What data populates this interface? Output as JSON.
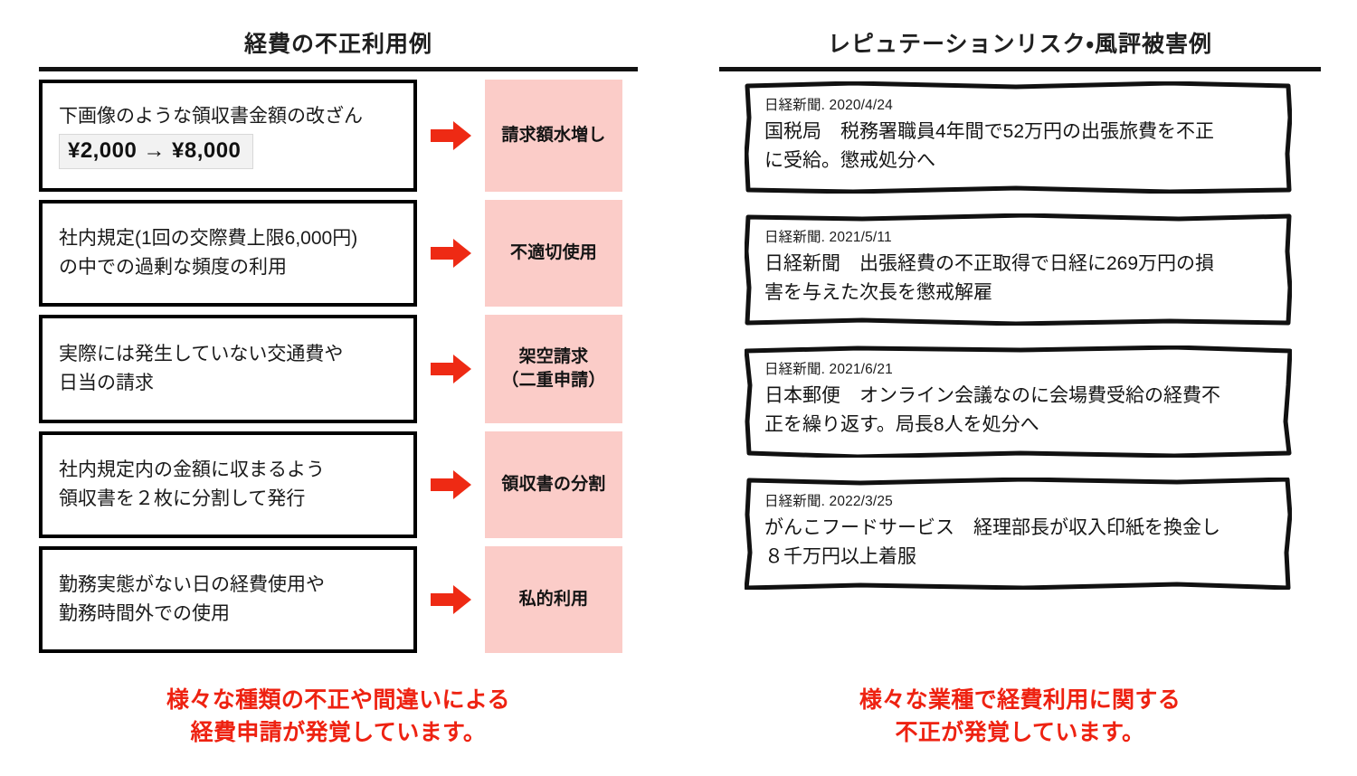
{
  "left_column": {
    "title": "経費の不正利用例",
    "rows": [
      {
        "desc_lines": [
          "下画像のような領収書金額の改ざん"
        ],
        "receipt_chip": "¥2,000 → ¥8,000",
        "arrow_icon": "red-right-arrow-icon",
        "tag_lines": [
          "請求額水増し"
        ]
      },
      {
        "desc_lines": [
          "社内規定(1回の交際費上限6,000円)",
          "の中での過剰な頻度の利用"
        ],
        "arrow_icon": "red-right-arrow-icon",
        "tag_lines": [
          "不適切使用"
        ]
      },
      {
        "desc_lines": [
          "実際には発生していない交通費や",
          "日当の請求"
        ],
        "arrow_icon": "red-right-arrow-icon",
        "tag_lines": [
          "架空請求",
          "（二重申請）"
        ]
      },
      {
        "desc_lines": [
          "社内規定内の金額に収まるよう",
          "領収書を２枚に分割して発行"
        ],
        "arrow_icon": "red-right-arrow-icon",
        "tag_lines": [
          "領収書の分割"
        ]
      },
      {
        "desc_lines": [
          "勤務実態がない日の経費使用や",
          "勤務時間外での使用"
        ],
        "arrow_icon": "red-right-arrow-icon",
        "tag_lines": [
          "私的利用"
        ]
      }
    ],
    "conclusion_lines": [
      "様々な種類の不正や間違いによる",
      "経費申請が発覚しています。"
    ]
  },
  "right_column": {
    "title": "レピュテーションリスク・風評被害例",
    "news": [
      {
        "source": "日経新聞. 2020/4/24",
        "body_lines": [
          "国税局　税務署職員4年間で52万円の出張旅費を不正",
          "に受給。懲戒処分へ"
        ]
      },
      {
        "source": "日経新聞. 2021/5/11",
        "body_lines": [
          "日経新聞　出張経費の不正取得で日経に269万円の損",
          "害を与えた次長を懲戒解雇"
        ]
      },
      {
        "source": "日経新聞. 2021/6/21",
        "body_lines": [
          "日本郵便　オンライン会議なのに会場費受給の経費不",
          "正を繰り返す。局長8人を処分へ"
        ]
      },
      {
        "source": "日経新聞. 2022/3/25",
        "body_lines": [
          "がんこフードサービス　経理部長が収入印紙を換金し",
          "８千万円以上着服"
        ]
      }
    ],
    "conclusion_lines": [
      "様々な業種で経費利用に関する",
      "不正が発覚しています。"
    ]
  },
  "colors": {
    "tag_pink": "#fbccc8",
    "arrow_red": "#ee2a14",
    "conclusion_red": "#ee2211",
    "rule_black": "#121212",
    "box_border": "#000000",
    "receipt_chip_bg": "#f2f2f2"
  }
}
